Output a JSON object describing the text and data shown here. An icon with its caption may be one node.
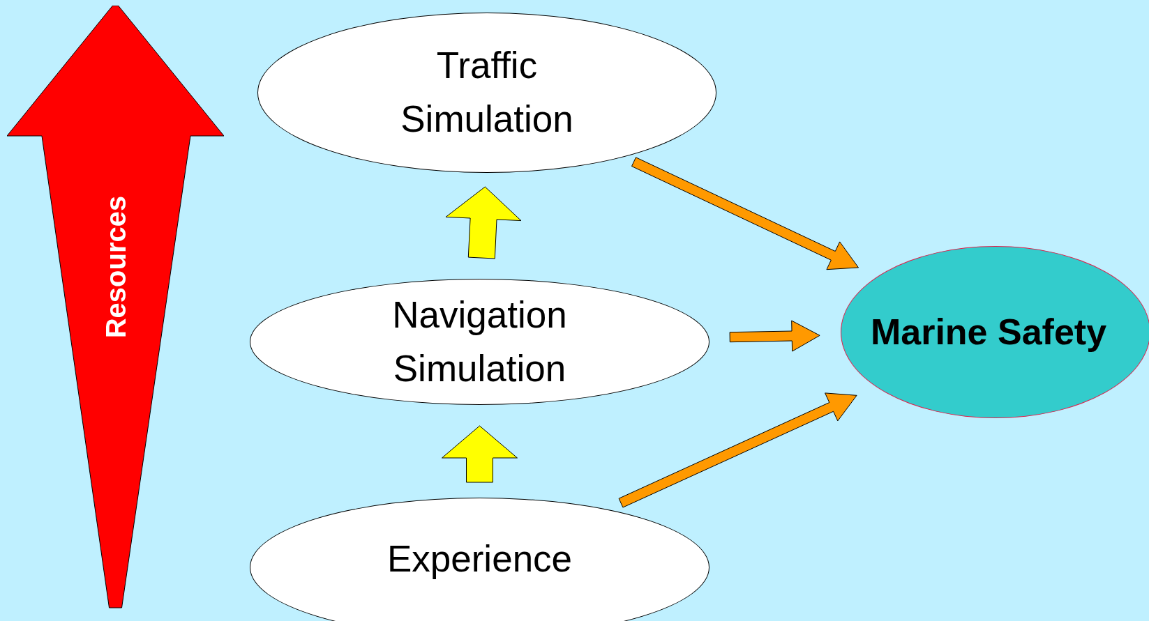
{
  "diagram": {
    "nodes": [
      {
        "text": [
          "Resources"
        ]
      },
      {
        "text": [
          "Traffic Simulation"
        ]
      },
      {
        "text": [
          "Navigation Simulation"
        ]
      },
      {
        "text": [
          "Experience"
        ]
      },
      {
        "text": [
          "Marine Safety"
        ]
      }
    ],
    "edges": [
      {
        "from": 3,
        "to": 2,
        "arrow": "to",
        "style": "thick",
        "color": "#ffff00"
      },
      {
        "from": 2,
        "to": 1,
        "arrow": "to",
        "style": "thick",
        "color": "#ffff00"
      },
      {
        "from": 1,
        "to": 4,
        "arrow": "to"
      },
      {
        "from": 2,
        "to": 4,
        "arrow": "to"
      },
      {
        "from": 3,
        "to": 4,
        "arrow": "to"
      }
    ]
  }
}
